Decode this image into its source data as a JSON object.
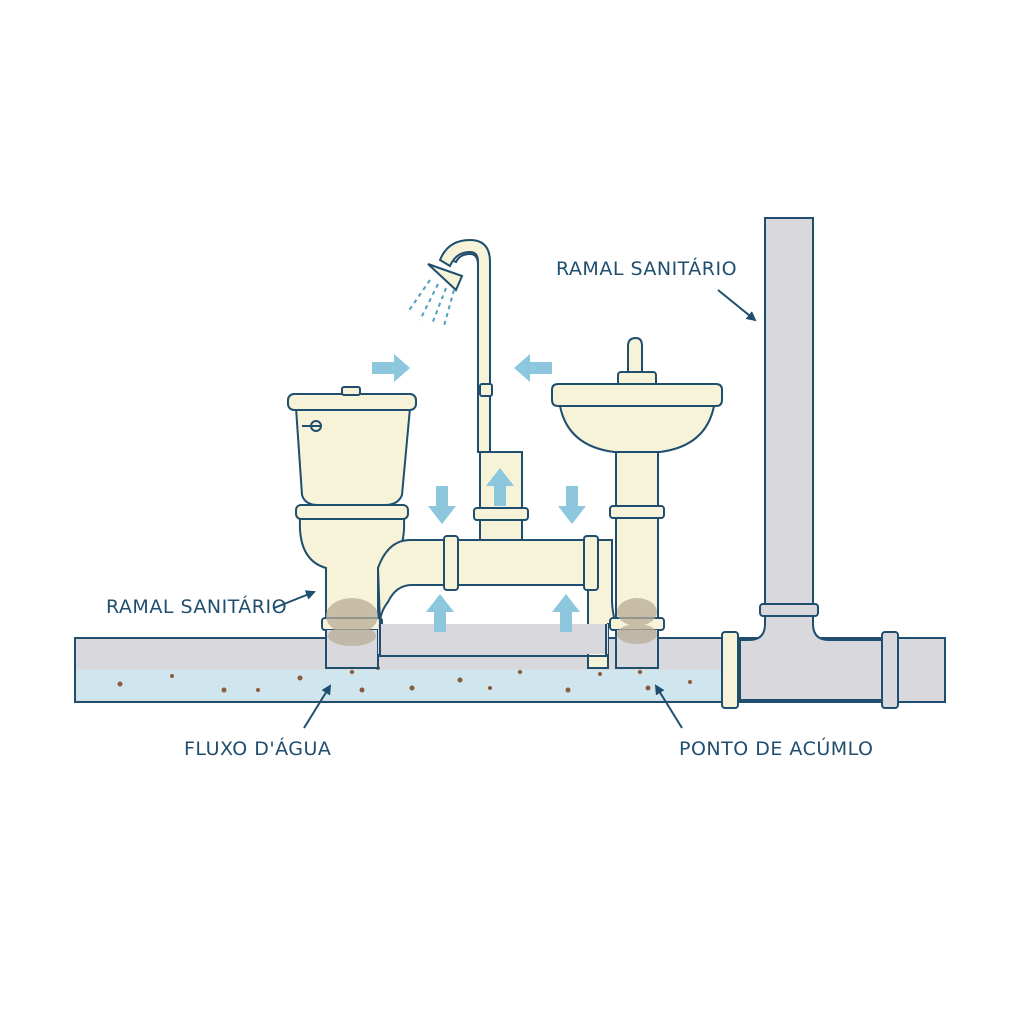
{
  "labels": {
    "ramal_top": "RAMAL SANITÁRIO",
    "ramal_left": "RAMAL SANITÁRIO",
    "fluxo": "FLUXO D'ÁGUA",
    "acumulo": "PONTO DE ACÚMLO"
  },
  "colors": {
    "outline": "#1f4e6e",
    "fixture": "#f6f3d9",
    "pipe_gray": "#d8d8dd",
    "water": "#cfe6ee",
    "arrow": "#8cc7dd",
    "debris": "#8a5a3a",
    "buildup": "#b9ad98"
  }
}
